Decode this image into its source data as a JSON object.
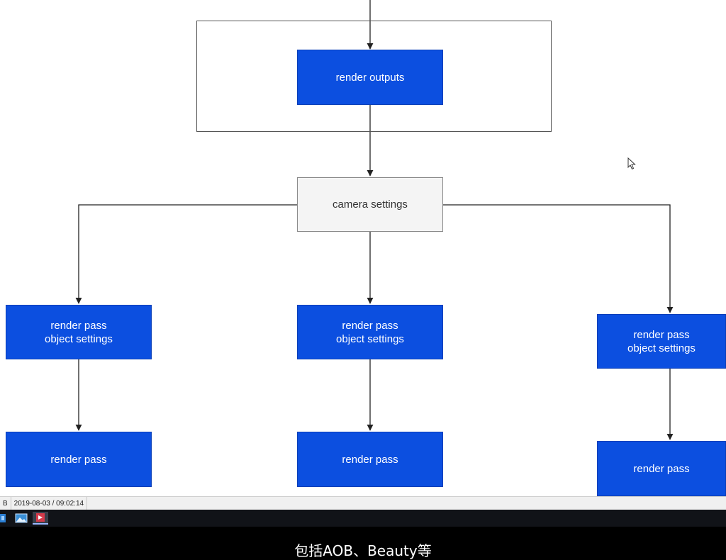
{
  "diagram": {
    "nodes": {
      "render_outputs": "render outputs",
      "camera_settings": "camera settings",
      "pass_settings_left": "render pass\nobject settings",
      "pass_settings_center": "render pass\nobject settings",
      "pass_settings_right": "render pass\nobject settings",
      "pass_left": "render pass",
      "pass_center": "render pass",
      "pass_right": "render pass"
    },
    "colors": {
      "node_blue": "#0c4fe0",
      "node_grey": "#f4f4f4",
      "edge": "#222222"
    }
  },
  "status_bar": {
    "left_fragment": "B",
    "timestamp": "2019-08-03 / 09:02:14"
  },
  "taskbar": {
    "icons": [
      "app-icon",
      "image-viewer-icon",
      "media-player-icon"
    ]
  },
  "subtitle": "包括AOB、Beauty等"
}
